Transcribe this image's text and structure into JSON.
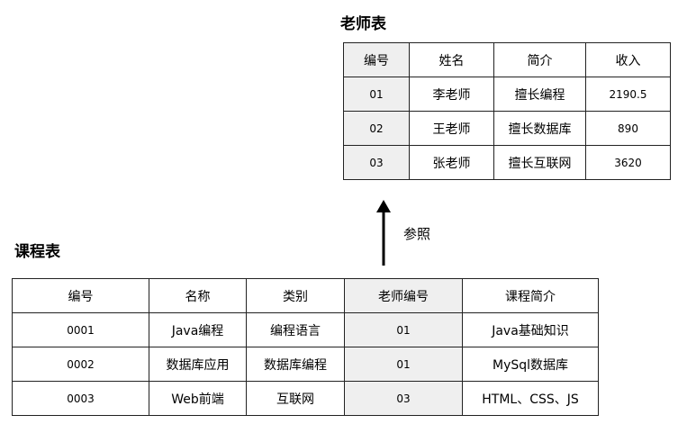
{
  "teacher_table": {
    "title": "老师表",
    "headers": [
      "编号",
      "姓名",
      "简介",
      "收入"
    ],
    "rows": [
      [
        "01",
        "李老师",
        "擅长编程",
        "2190.5"
      ],
      [
        "02",
        "王老师",
        "擅长数据库",
        "890"
      ],
      [
        "03",
        "张老师",
        "擅长互联网",
        "3620"
      ]
    ]
  },
  "course_table": {
    "title": "课程表",
    "headers": [
      "编号",
      "名称",
      "类别",
      "老师编号",
      "课程简介"
    ],
    "rows": [
      [
        "0001",
        "Java编程",
        "编程语言",
        "01",
        "Java基础知识"
      ],
      [
        "0002",
        "数据库应用",
        "数据库编程",
        "01",
        "MySql数据库"
      ],
      [
        "0003",
        "Web前端",
        "互联网",
        "03",
        "HTML、CSS、JS"
      ]
    ]
  },
  "reference": {
    "label": "参照"
  },
  "colors": {
    "highlight_column": "#efefef",
    "border": "#222222"
  }
}
